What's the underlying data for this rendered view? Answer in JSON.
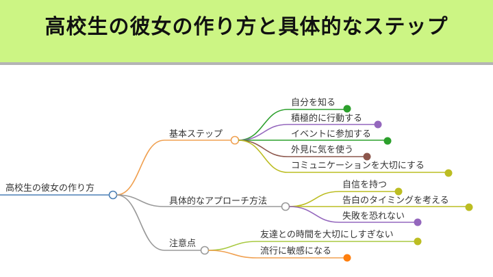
{
  "header": {
    "title": "高校生の彼女の作り方と具体的なステップ"
  },
  "mindmap": {
    "root": "高校生の彼女の作り方",
    "branches": [
      {
        "label": "基本ステップ",
        "children": [
          "自分を知る",
          "積極的に行動する",
          "イベントに参加する",
          "外見に気を使う",
          "コミュニケーションを大切にする"
        ]
      },
      {
        "label": "具体的なアプローチ方法",
        "children": [
          "自信を持つ",
          "告白のタイミングを考える",
          "失敗を恐れない"
        ]
      },
      {
        "label": "注意点",
        "children": [
          "友達との時間を大切にしすぎない",
          "流行に敏感になる"
        ]
      }
    ]
  },
  "colors": {
    "banner": "#ccf584",
    "root": "#4a7fb5",
    "orange": "#f0a050",
    "gray": "#999999",
    "green": "#2ca02c",
    "purple": "#9467bd",
    "brown": "#8c564b",
    "olive": "#bcbd22",
    "dark_orange": "#ff7f0e"
  }
}
